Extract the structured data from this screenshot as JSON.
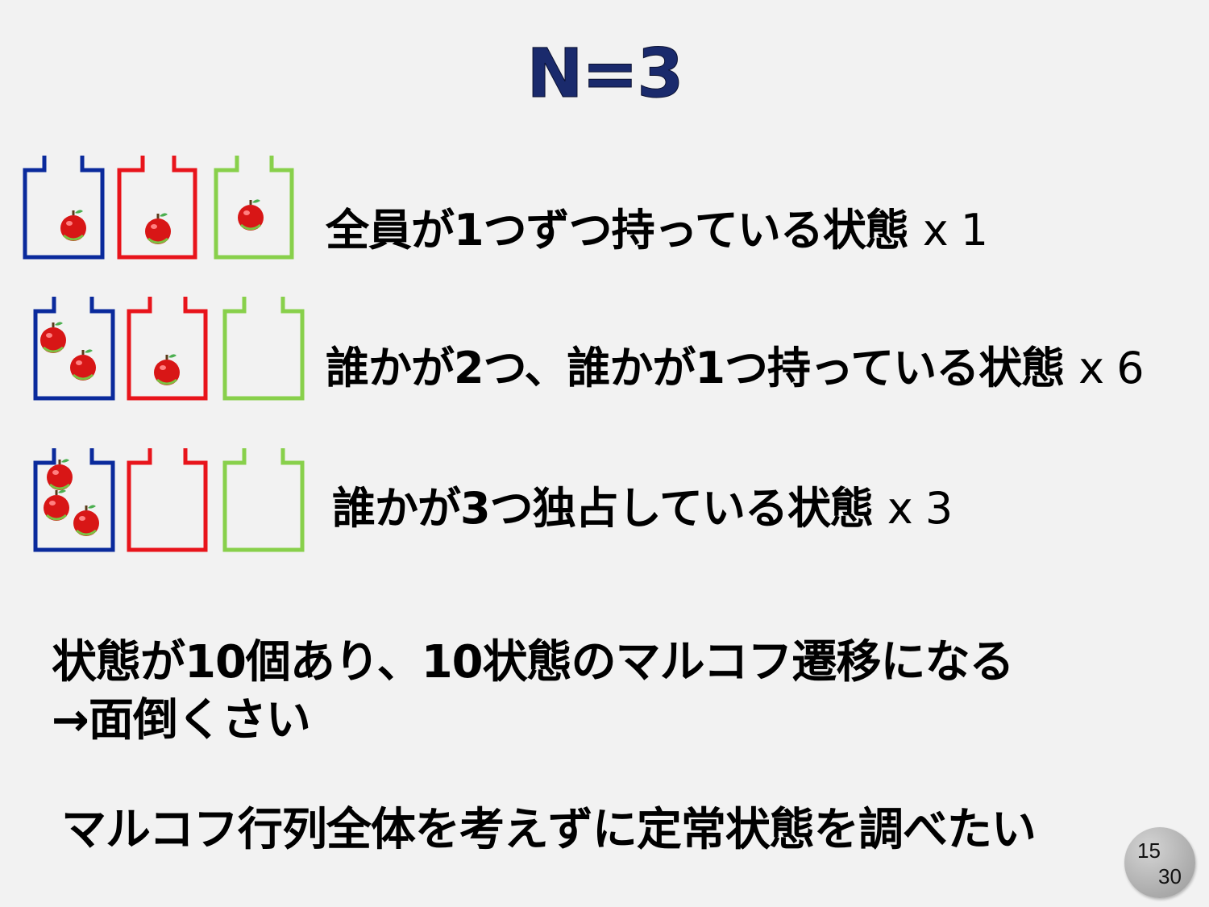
{
  "slide": {
    "title": "N=3",
    "colors": {
      "blue": "#0a2a9c",
      "red": "#e8141b",
      "green": "#88d04b",
      "apple": "#d81616"
    },
    "rows": [
      {
        "label": "全員が1つずつ持っている状態",
        "multiplier": "x 1",
        "jars": [
          1,
          1,
          1
        ]
      },
      {
        "label": "誰かが2つ、誰かが1つ持っている状態",
        "multiplier": "x 6",
        "jars": [
          2,
          1,
          0
        ]
      },
      {
        "label": "誰かが3つ独占している状態",
        "multiplier": "x 3",
        "jars": [
          3,
          0,
          0
        ]
      }
    ],
    "note_line1": "状態が10個あり、10状態のマルコフ遷移になる",
    "note_line2": "→面倒くさい",
    "note_line3": "マルコフ行列全体を考えずに定常状態を調べたい",
    "page_current": "15",
    "page_total": "30"
  }
}
